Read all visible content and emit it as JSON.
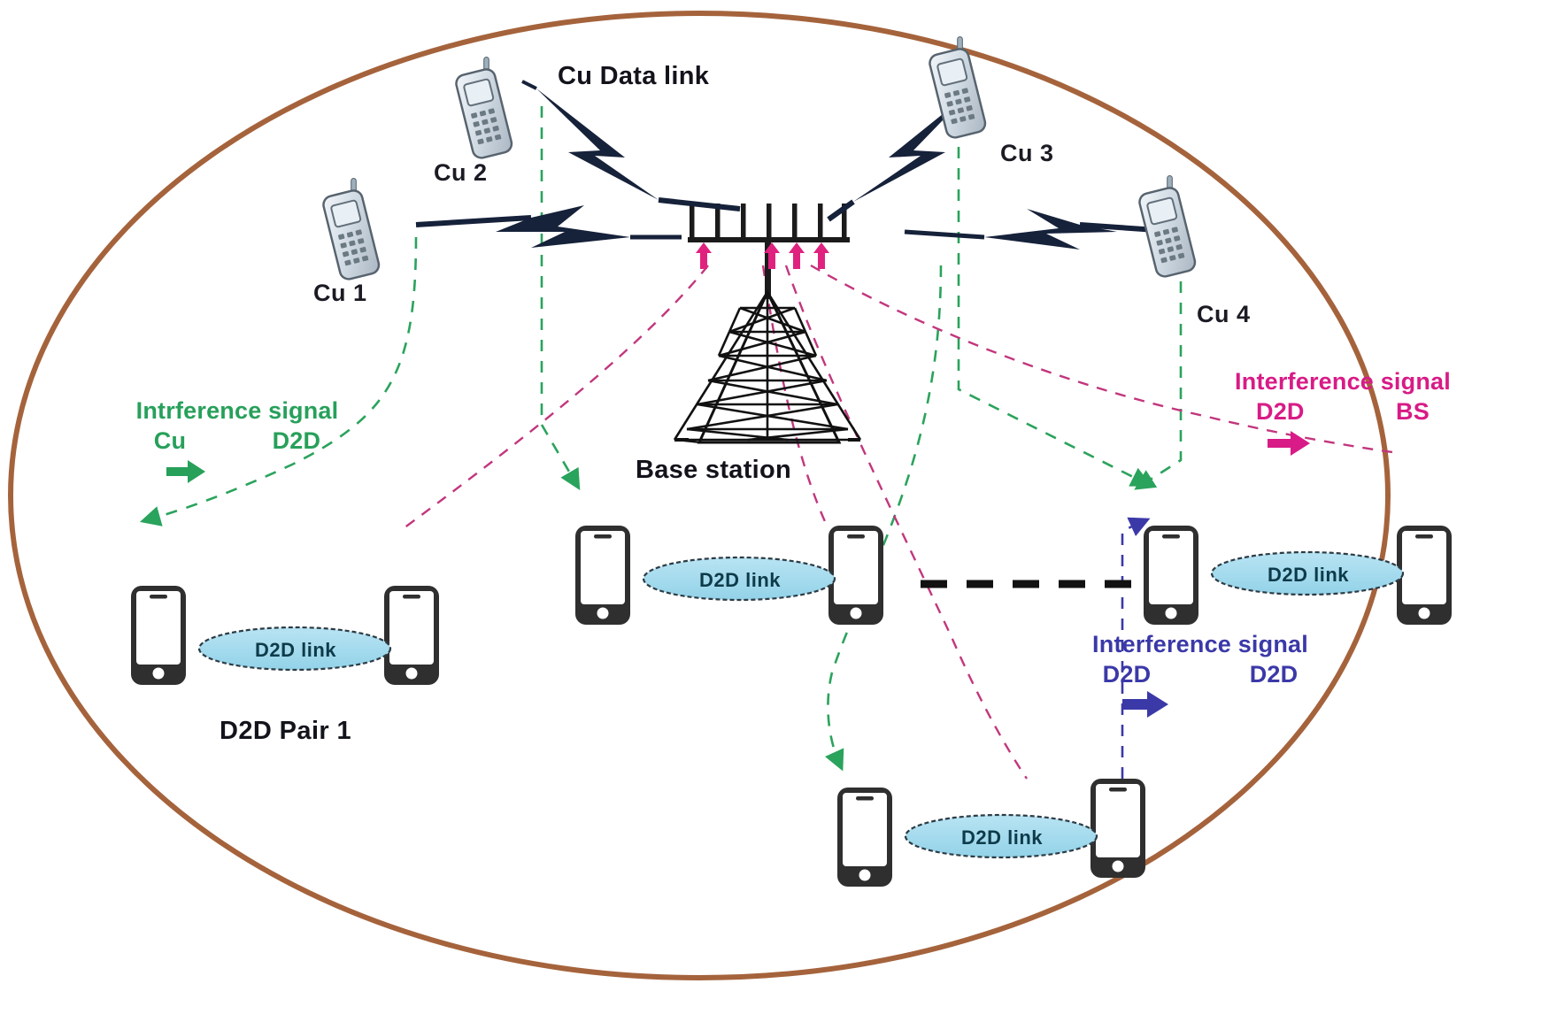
{
  "diagram": {
    "title_present": false,
    "cell_boundary_color": "#a5633c",
    "background": "#ffffff"
  },
  "labels": {
    "cu_data_link": "Cu Data link",
    "base_station": "Base station",
    "d2d_pair_1": "D2D Pair 1",
    "cu1": "Cu 1",
    "cu2": "Cu 2",
    "cu3": "Cu 3",
    "cu4": "Cu 4",
    "d2d_link": "D2D link"
  },
  "d2d_links": [
    {
      "id": "d2d-link-1",
      "label": "D2D link"
    },
    {
      "id": "d2d-link-2",
      "label": "D2D link"
    },
    {
      "id": "d2d-link-3",
      "label": "D2D link"
    },
    {
      "id": "d2d-link-4",
      "label": "D2D link"
    }
  ],
  "legends": [
    {
      "id": "legend-cu-to-d2d",
      "line1": "Intrference signal",
      "from": "Cu",
      "to": "D2D",
      "color": "#27a05a",
      "arrow": "right-arrow-icon"
    },
    {
      "id": "legend-d2d-to-bs",
      "line1": "Interference signal",
      "from": "D2D",
      "to": "BS",
      "color": "#d81b86",
      "arrow": "right-arrow-icon"
    },
    {
      "id": "legend-d2d-to-d2d",
      "line1": "Interference signal",
      "from": "D2D",
      "to": "D2D",
      "color": "#3b39a8",
      "arrow": "right-arrow-icon"
    }
  ],
  "colors": {
    "cell_edge": "#a5633c",
    "green": "#27a05a",
    "magenta": "#d81b86",
    "blue": "#3b39a8",
    "d2d_ellipse_fill": "#a9dcef",
    "d2d_ellipse_stroke": "#2d3b44",
    "phone_body": "#2f2f2f",
    "tower": "#111111",
    "bolt": "#16213a"
  }
}
